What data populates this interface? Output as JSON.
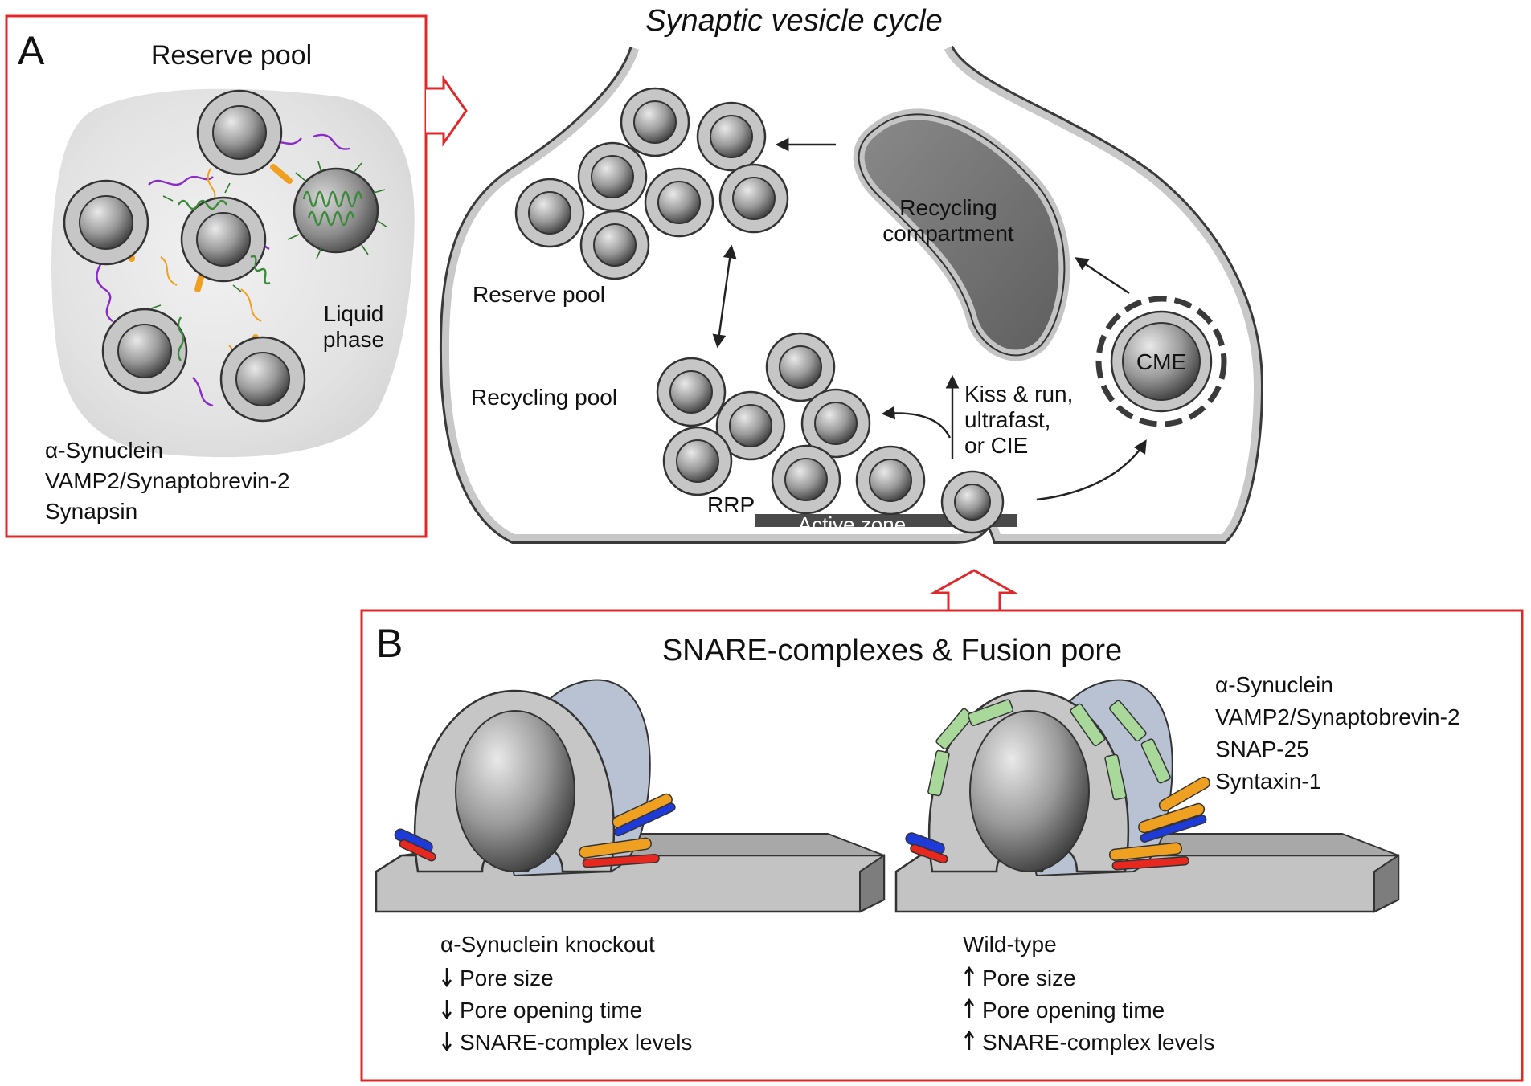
{
  "title": "Synaptic vesicle cycle",
  "panel_a": {
    "letter": "A",
    "heading": "Reserve pool",
    "phase_label_line1": "Liquid",
    "phase_label_line2": "phase",
    "legend": [
      {
        "text": "α-Synuclein",
        "color": "#3a9a3a"
      },
      {
        "text": "VAMP2/Synaptobrevin-2",
        "color": "#f0a020"
      },
      {
        "text": "Synapsin",
        "color": "#8a2ac8"
      }
    ]
  },
  "terminal": {
    "reserve_pool": "Reserve pool",
    "recycling_pool": "Recycling pool",
    "rrp": "RRP",
    "active_zone": "Active zone",
    "recycling_compartment_line1": "Recycling",
    "recycling_compartment_line2": "compartment",
    "cme": "CME",
    "kiss_line1": "Kiss & run,",
    "kiss_line2": "ultrafast,",
    "kiss_line3": "or CIE"
  },
  "panel_b": {
    "letter": "B",
    "heading": "SNARE-complexes & Fusion pore",
    "legend": [
      {
        "text": "α-Synuclein",
        "color": "#4fc15a"
      },
      {
        "text": "VAMP2/Synaptobrevin-2",
        "color": "#f0a020"
      },
      {
        "text": "SNAP-25",
        "color": "#e8281e"
      },
      {
        "text": "Syntaxin-1",
        "color": "#1e3ad8"
      }
    ],
    "knockout": {
      "title": "α-Synuclein knockout",
      "items": [
        "Pore size",
        "Pore opening time",
        "SNARE-complex levels"
      ],
      "direction": "down"
    },
    "wildtype": {
      "title": "Wild-type",
      "items": [
        "Pore size",
        "Pore opening time",
        "SNARE-complex levels"
      ],
      "direction": "up"
    }
  },
  "colors": {
    "frame_red": "#e0282a",
    "membrane_gray": "#c8c8c8",
    "outline": "#3a3a3a"
  }
}
